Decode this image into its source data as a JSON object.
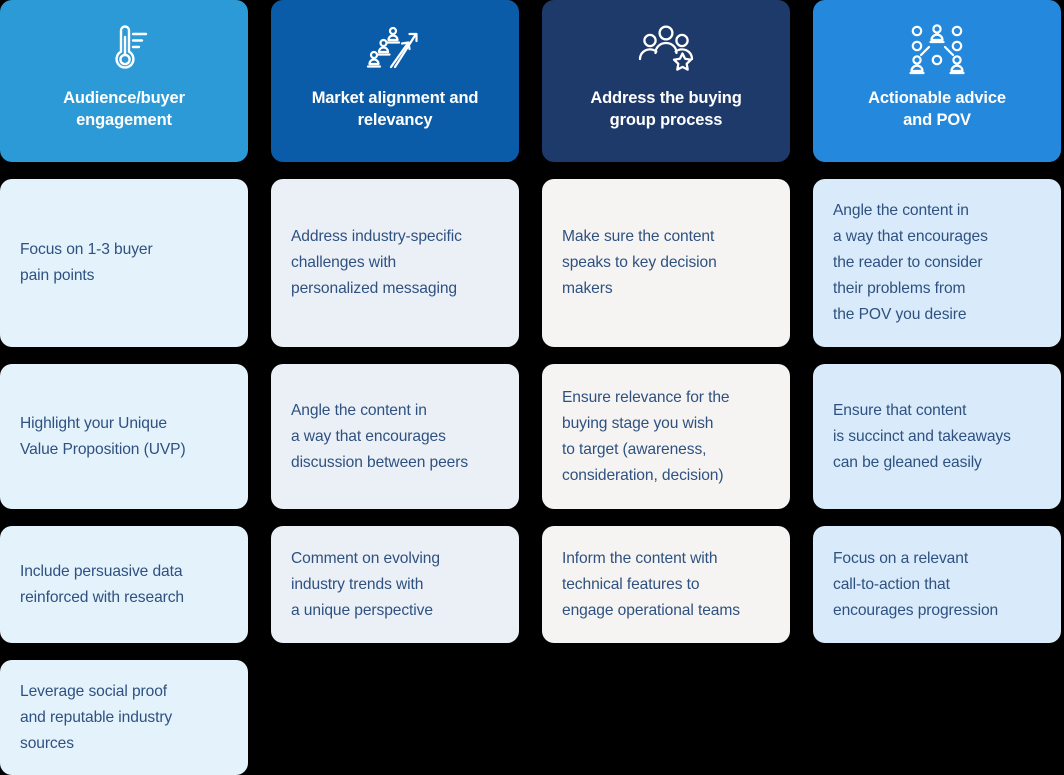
{
  "theme": {
    "page_background": "#000000",
    "body_text_color": "#2E5180",
    "header_text_color": "#ffffff"
  },
  "columns": [
    {
      "key": "audience-buyer-engagement",
      "title": "Audience/buyer\nengagement",
      "icon": "thermometer-icon",
      "header_color": "#2B9AD6",
      "cell_color": "#E4F2FC"
    },
    {
      "key": "market-alignment-and-relevancy",
      "title": "Market alignment and\nrelevancy",
      "icon": "people-growth-arrows-icon",
      "header_color": "#0B5CA8",
      "cell_color": "#EBF0F7"
    },
    {
      "key": "address-the-buying-group-process",
      "title": "Address the buying\ngroup process",
      "icon": "people-group-star-icon",
      "header_color": "#1E3A6B",
      "cell_color": "#F6F4F2"
    },
    {
      "key": "actionable-advice-and-pov",
      "title": "Actionable advice\nand POV",
      "icon": "people-network-icon",
      "header_color": "#2489DC",
      "cell_color": "#D9EBFB"
    }
  ],
  "rows": [
    [
      "Focus on 1-3 buyer\npain points",
      "Address industry-specific\nchallenges with\npersonalized messaging",
      "Make sure the content\nspeaks to key decision\nmakers",
      "Angle the content in\na way that encourages\nthe reader to consider\ntheir problems from\nthe POV you desire"
    ],
    [
      "Highlight your Unique\nValue Proposition (UVP)",
      "Angle the content in\na way that encourages\ndiscussion between peers",
      "Ensure relevance for the\nbuying stage you wish\nto target (awareness,\nconsideration, decision)",
      "Ensure that content\nis succinct and takeaways\ncan be gleaned easily"
    ],
    [
      "Include persuasive data\nreinforced with research",
      "Comment on evolving\nindustry trends with\na unique perspective",
      "Inform the content with\ntechnical features to\nengage operational teams",
      "Focus on a relevant\ncall-to-action that\nencourages progression"
    ],
    [
      "Leverage social proof\nand reputable industry\nsources",
      "",
      "",
      ""
    ]
  ]
}
